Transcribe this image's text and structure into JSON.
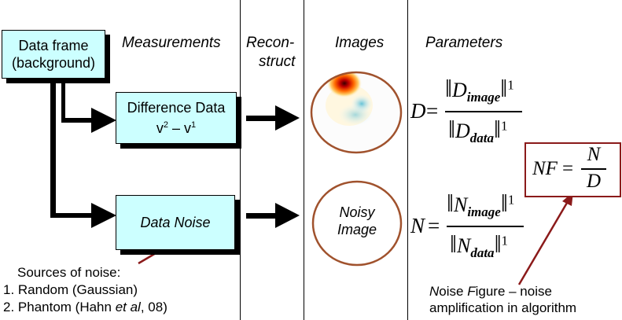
{
  "columns": {
    "measurements": "Measurements",
    "reconstruct_line1": "Recon-",
    "reconstruct_line2": "struct",
    "images": "Images",
    "parameters": "Parameters"
  },
  "data_frame": {
    "line1": "Data frame",
    "line2": "(background)"
  },
  "difference_data": {
    "line1": "Difference Data",
    "v2": "v",
    "v2_sup": "2",
    "minus": " – ",
    "v1": "v",
    "v1_sup": "1"
  },
  "data_noise": {
    "label": "Data Noise"
  },
  "noisy_image": {
    "line1": "Noisy",
    "line2": "Image"
  },
  "equations": {
    "D": {
      "lhs": "D",
      "eq": "=",
      "num_var": "D",
      "num_sub": "image",
      "den_var": "D",
      "den_sub": "data",
      "exp": "1"
    },
    "N": {
      "lhs": "N",
      "eq": "=",
      "num_var": "N",
      "num_sub": "image",
      "den_var": "N",
      "den_sub": "data",
      "exp": "1"
    },
    "NF": {
      "lhs": "NF",
      "eq": "=",
      "num": "N",
      "den": "D"
    }
  },
  "sources": {
    "title": "Sources of noise:",
    "item1": "1. Random (Gaussian)",
    "item2_pre": "2. Phantom (Hahn ",
    "item2_et": "et al",
    "item2_post": ", 08)"
  },
  "noise_figure": {
    "line1_n": "N",
    "line1_rest1": "oise ",
    "line1_f": "F",
    "line1_rest2": "igure – noise",
    "line2": "amplification in algorithm"
  },
  "colors": {
    "box_fill": "#ccffff",
    "circle_stroke": "#a0522d",
    "pointer_arrow": "#8b1a1a"
  }
}
